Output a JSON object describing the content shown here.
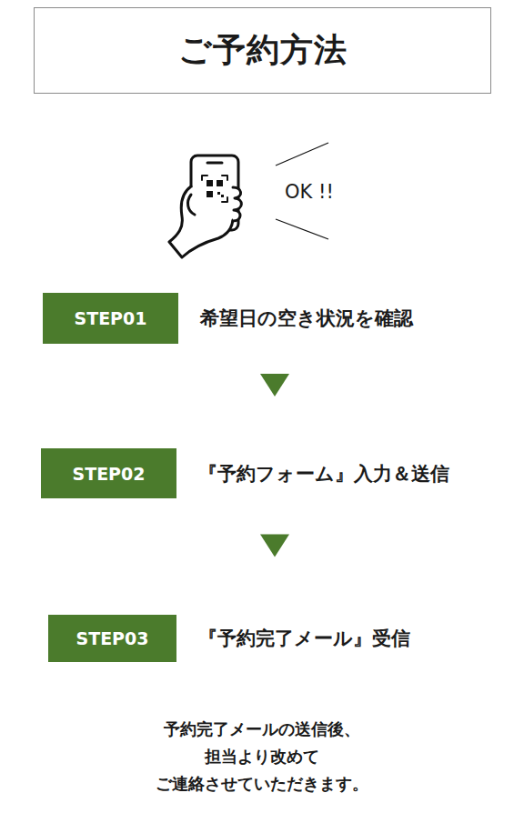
{
  "diagram": {
    "title": "ご予約方法",
    "nodes": [
      {
        "text": [
          "STEP01",
          "希望日の空き状況を確認"
        ]
      },
      {
        "text": [
          "STEP02",
          "『予約フォーム』入力＆送信"
        ]
      },
      {
        "text": [
          "STEP03",
          "『予約完了メール』受信"
        ]
      }
    ],
    "edges": [
      {
        "from": 0,
        "to": 1,
        "arrow": "to"
      },
      {
        "from": 1,
        "to": 2,
        "arrow": "to"
      }
    ],
    "labels": [
      "OK !!",
      "予約完了メールの送信後、",
      "担当より改めて",
      "ご連絡させていただきます。"
    ]
  }
}
